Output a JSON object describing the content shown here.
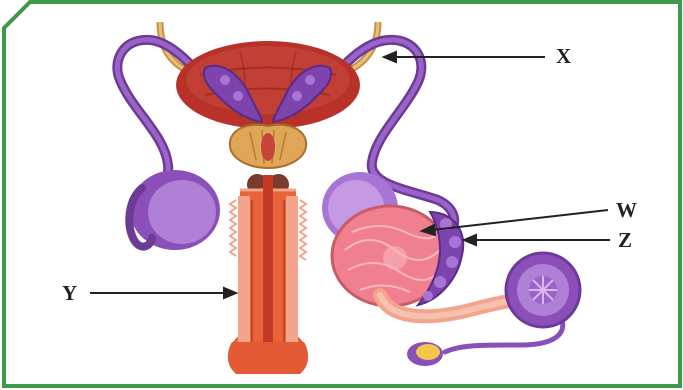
{
  "labels": {
    "x": "X",
    "y": "Y",
    "z": "Z",
    "w": "W"
  },
  "colors": {
    "frame": "#3d9a4a",
    "bladder": "#b8322a",
    "vessel_purple": "#8a4fb8",
    "testis_purple": "#b07fd6",
    "urethra_orange": "#e8623a",
    "penis_pink": "#f2a48c",
    "prostate_tan": "#e0a657",
    "ureter_tan": "#d9a65a",
    "testis_pink": "#f07f8f",
    "arrow": "#222222"
  }
}
